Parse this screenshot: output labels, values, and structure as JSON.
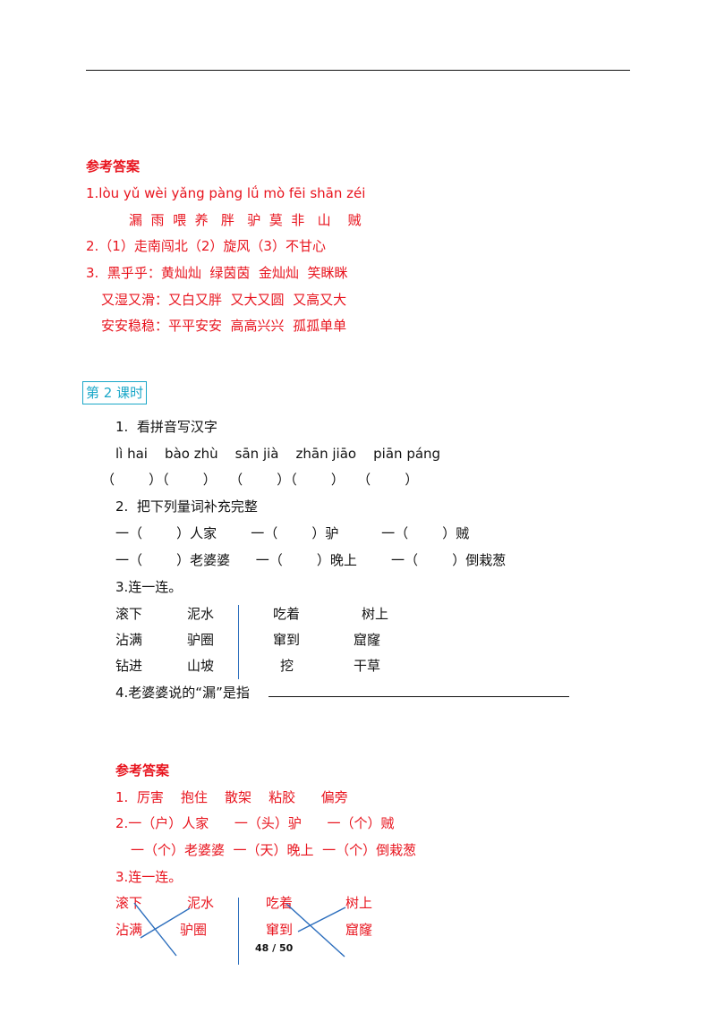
{
  "answers1": {
    "heading": "参考答案",
    "pinyin_line": "1.lòu yǔ wèi yǎng pàng lǘ mò fēi shān zéi",
    "hanzi_line": "漏  雨  喂  养   胖   驴  莫  非   山    贼",
    "line2": "2.（1）走南闯北（2）旋风（3）不甘心",
    "line3": "3.  黑乎乎：黄灿灿  绿茵茵  金灿灿  笑眯眯",
    "line4": "又湿又滑：又白又胖  又大又圆  又高又大",
    "line5": "安安稳稳：平平安安  高高兴兴  孤孤单单"
  },
  "lesson2": {
    "title": "第 2 课时",
    "q1": "1.  看拼音写汉字",
    "q1_pinyin": "lì hai    bào zhù    sān jià    zhān jiāo    piān páng",
    "q1_blanks": "（        ）（        ）   （        ）（        ）   （        ）",
    "q2": "2.  把下列量词补充完整",
    "q2_row1": "一（        ）人家        一（        ）驴          一（        ）贼",
    "q2_row2": "一（        ）老婆婆      一（        ）晚上        一（        ）倒栽葱",
    "q3": "3.连一连。",
    "q3_left": [
      [
        "滚下",
        "泥水"
      ],
      [
        "沾满",
        "驴圈"
      ],
      [
        "钻进",
        "山坡"
      ]
    ],
    "q3_right": [
      [
        "吃着",
        "树上"
      ],
      [
        "窜到",
        "窟窿"
      ],
      [
        "挖",
        "干草"
      ]
    ],
    "q4": "4.老婆婆说的“漏”是指"
  },
  "answers2": {
    "heading": "参考答案",
    "line1": "1.  厉害    抱住    散架    粘胶      偏旁",
    "line2": "2.一（户）人家      一（头）驴      一（个）贼",
    "line3": "一（个）老婆婆  一（天）晚上  一（个）倒栽葱",
    "line4": "3.连一连。",
    "left": [
      [
        "滚下",
        "泥水"
      ],
      [
        "沾满",
        "驴圈"
      ]
    ],
    "right": [
      [
        "吃着",
        "树上"
      ],
      [
        "窜到",
        "窟窿"
      ]
    ]
  },
  "footer": {
    "page": "48 / 50"
  },
  "colors": {
    "answer": "#e8141e",
    "frame": "#1aa7c8",
    "divider": "#2c6ebd"
  }
}
